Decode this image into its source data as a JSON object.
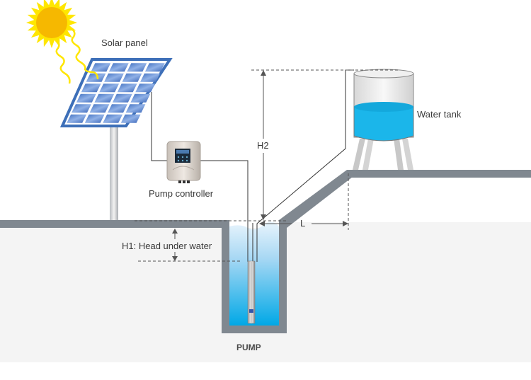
{
  "diagram": {
    "title": "Solar water pumping system",
    "labels": {
      "solar_panel": "Solar panel",
      "water_tank": "Water tank",
      "pump_controller": "Pump controller",
      "h1": "H1: Head under water",
      "h2": "H2",
      "l": "L",
      "pump": "PUMP"
    },
    "colors": {
      "sun": "#f6b800",
      "sun_rays": "#ffe600",
      "panel_frame": "#3d6fb8",
      "panel_cell": "#5a86d0",
      "ground": "#808890",
      "underground": "#f4f4f4",
      "water": "#1bb0e8",
      "dimension_line": "#555555"
    }
  }
}
